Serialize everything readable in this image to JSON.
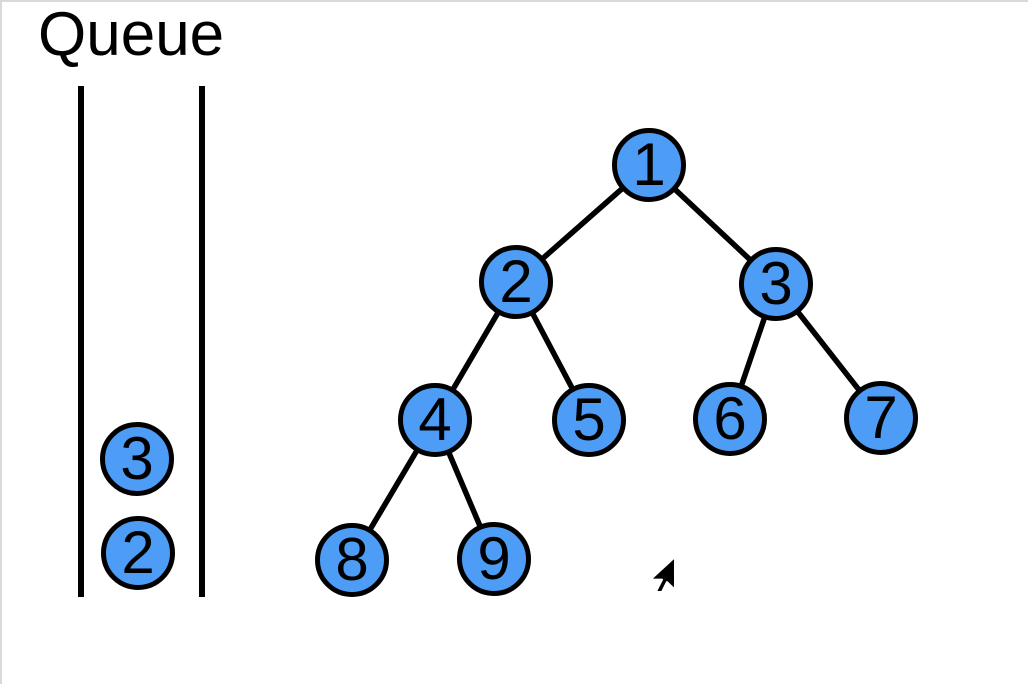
{
  "queue": {
    "title": "Queue",
    "items": [
      {
        "label": "3"
      },
      {
        "label": "2"
      }
    ]
  },
  "tree": {
    "nodes": [
      {
        "label": "1"
      },
      {
        "label": "2"
      },
      {
        "label": "3"
      },
      {
        "label": "4"
      },
      {
        "label": "5"
      },
      {
        "label": "6"
      },
      {
        "label": "7"
      },
      {
        "label": "8"
      },
      {
        "label": "9"
      }
    ],
    "edges": [
      [
        "1",
        "2"
      ],
      [
        "1",
        "3"
      ],
      [
        "2",
        "4"
      ],
      [
        "2",
        "5"
      ],
      [
        "3",
        "6"
      ],
      [
        "3",
        "7"
      ],
      [
        "4",
        "8"
      ],
      [
        "4",
        "9"
      ]
    ]
  },
  "colors": {
    "node_fill": "#4D9DF6",
    "stroke": "#000000",
    "background": "#FFFFFF",
    "frame_border": "#D9D9D9"
  }
}
